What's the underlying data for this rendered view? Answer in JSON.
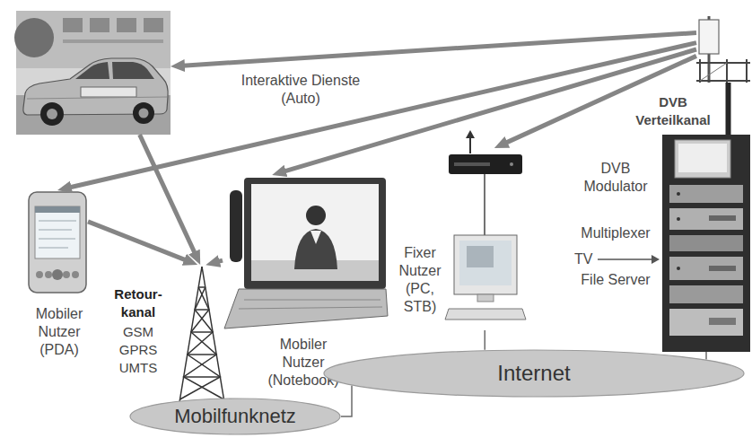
{
  "diagram": {
    "nodes": [
      {
        "text": [
          "Interaktive Dienste (Auto)"
        ]
      },
      {
        "text": [
          "DVB Verteilkanal"
        ]
      },
      {
        "text": [
          "Mobiler Nutzer (PDA)"
        ]
      },
      {
        "text": [
          "Mobiler Nutzer (Notebook)"
        ]
      },
      {
        "text": [
          "Fixer Nutzer (PC, STB)"
        ]
      },
      {
        "text": [
          "DVB Modulator",
          "Multiplexer",
          "TV",
          "File Server"
        ]
      },
      {
        "text": [
          "Retour- kanal",
          "GSM",
          "GPRS",
          "UMTS"
        ]
      },
      {
        "text": [
          "Mobilfunknetz"
        ]
      },
      {
        "text": [
          "Internet"
        ]
      }
    ],
    "edges": [
      {
        "from": 1,
        "to": 0,
        "arrow": "to"
      },
      {
        "from": 1,
        "to": 2,
        "arrow": "to"
      },
      {
        "from": 1,
        "to": 3,
        "arrow": "to"
      },
      {
        "from": 1,
        "to": 4,
        "arrow": "to"
      },
      {
        "from": 0,
        "to": 6,
        "arrow": "to"
      },
      {
        "from": 2,
        "to": 6,
        "arrow": "to"
      },
      {
        "from": 3,
        "to": 6,
        "arrow": "to"
      },
      {
        "from": 5,
        "to": 1,
        "arrow": "none"
      },
      {
        "from": 4,
        "to": 8,
        "arrow": "none"
      },
      {
        "from": 5,
        "to": 8,
        "arrow": "none"
      },
      {
        "from": 7,
        "to": 8,
        "arrow": "none"
      }
    ]
  }
}
